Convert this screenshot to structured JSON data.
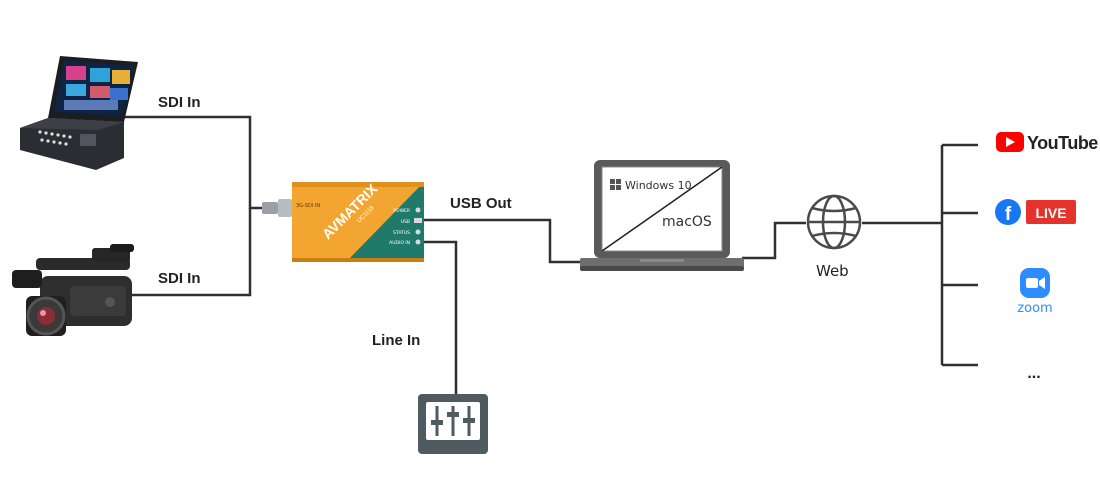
{
  "labels": {
    "sdi_in_top": "SDI In",
    "sdi_in_bottom": "SDI In",
    "usb_out": "USB Out",
    "line_in": "Line In",
    "web": "Web"
  },
  "converter": {
    "brand": "AVMATRIX",
    "model": "UC1118",
    "port_sdi": "3G-SDI IN",
    "port_power": "POWER",
    "port_usb": "USB",
    "port_status": "STATUS",
    "port_audio": "AUDIO IN"
  },
  "laptop": {
    "os_top": "Windows 10",
    "os_bottom": "macOS"
  },
  "platforms": {
    "youtube": "YouTube",
    "facebook_live": "LIVE",
    "zoom": "zoom",
    "more": "..."
  },
  "colors": {
    "line": "#303030",
    "converter_orange": "#f3a531",
    "converter_teal": "#1f7a6b",
    "youtube_red": "#ff0000",
    "facebook_blue": "#1877f2",
    "live_red": "#e4332b",
    "zoom_blue": "#2d8cff",
    "mixer_slate": "#4f5a61"
  }
}
